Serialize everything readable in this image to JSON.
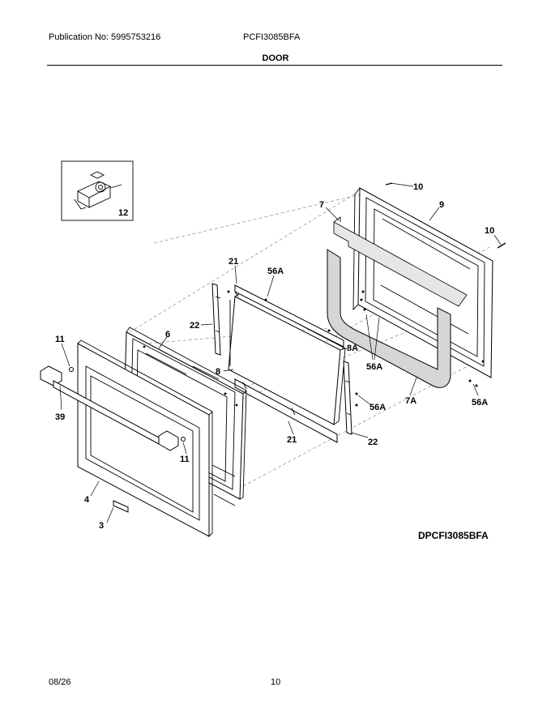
{
  "header": {
    "publication": "Publication No: 5995753216",
    "model": "PCFI3085BFA",
    "section_title": "DOOR"
  },
  "diagram": {
    "code": "DPCFI3085BFA",
    "inset_label": "12",
    "callouts": {
      "c10a": "10",
      "c9": "9",
      "c7": "7",
      "c10b": "10",
      "c21a": "21",
      "c56Aa": "56A",
      "c22a": "22",
      "c11a": "11",
      "c6": "6",
      "c8A": "8A",
      "c56Ab": "56A",
      "c8": "8",
      "c7A": "7A",
      "c56Ac": "56A",
      "c56Ad": "56A",
      "c39": "39",
      "c21b": "21",
      "c22b": "22",
      "c11b": "11",
      "c4": "4",
      "c3": "3"
    }
  },
  "footer": {
    "date": "08/26",
    "page": "10"
  }
}
